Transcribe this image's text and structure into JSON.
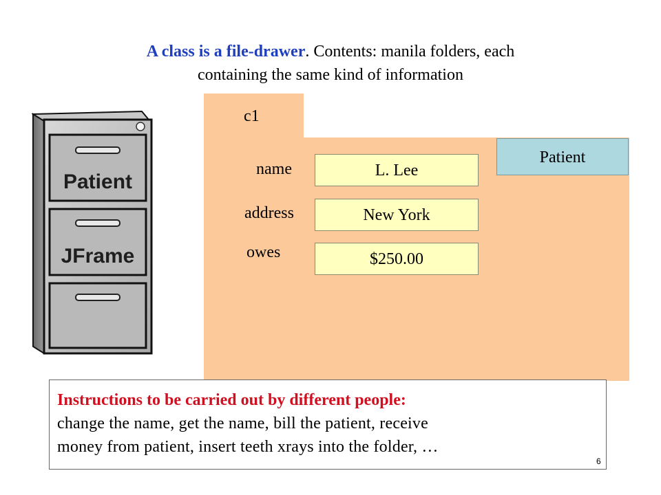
{
  "title": {
    "highlight": "A class is a file-drawer",
    "rest": ". Contents: manila folders, each",
    "line2": "containing the same kind of information"
  },
  "cabinet": {
    "drawers": [
      {
        "label": "Patient"
      },
      {
        "label": "JFrame"
      },
      {
        "label": ""
      }
    ]
  },
  "folder": {
    "name": "c1",
    "class_name": "Patient",
    "fields": [
      {
        "label": "name",
        "value": "L. Lee"
      },
      {
        "label": "address",
        "value": "New York"
      },
      {
        "label": "owes",
        "value": "$250.00"
      }
    ]
  },
  "instructions": {
    "heading": "Instructions to be carried out by different people:",
    "line1": "change the name, get the name, bill the patient, receive",
    "line2": "money from patient, insert teeth xrays into the folder, …"
  },
  "page_number": "6",
  "colors": {
    "folder": "#fcc99b",
    "class_box": "#add8e0",
    "field_box": "#ffffc0",
    "title_highlight": "#1f3fbf",
    "instructions_heading": "#d01020"
  }
}
